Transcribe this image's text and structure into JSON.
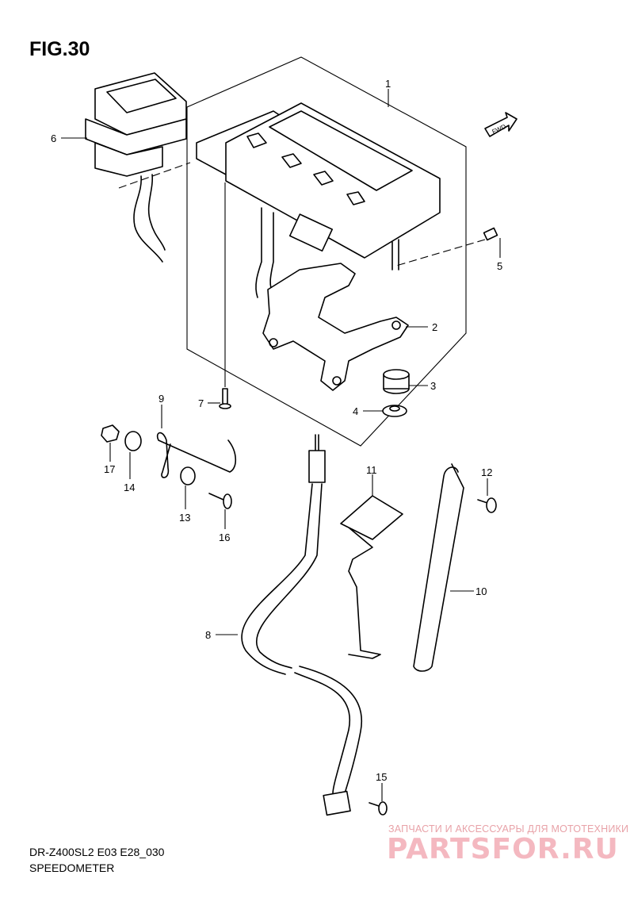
{
  "figure": {
    "title": "FIG.30"
  },
  "direction_marker": {
    "label": "FWD"
  },
  "callouts": [
    "1",
    "2",
    "3",
    "4",
    "5",
    "6",
    "7",
    "8",
    "9",
    "10",
    "11",
    "12",
    "13",
    "14",
    "15",
    "16",
    "17"
  ],
  "footer": {
    "model_code": "DR-Z400SL2 E03 E28_030",
    "section_name": "SPEEDOMETER"
  },
  "watermark": {
    "tagline": "ЗАПЧАСТИ И АКСЕССУАРЫ ДЛЯ МОТОТЕХНИКИ",
    "brand": "PARTSFOR.RU"
  },
  "colors": {
    "line": "#000000",
    "watermark": "#f4b8c0"
  }
}
